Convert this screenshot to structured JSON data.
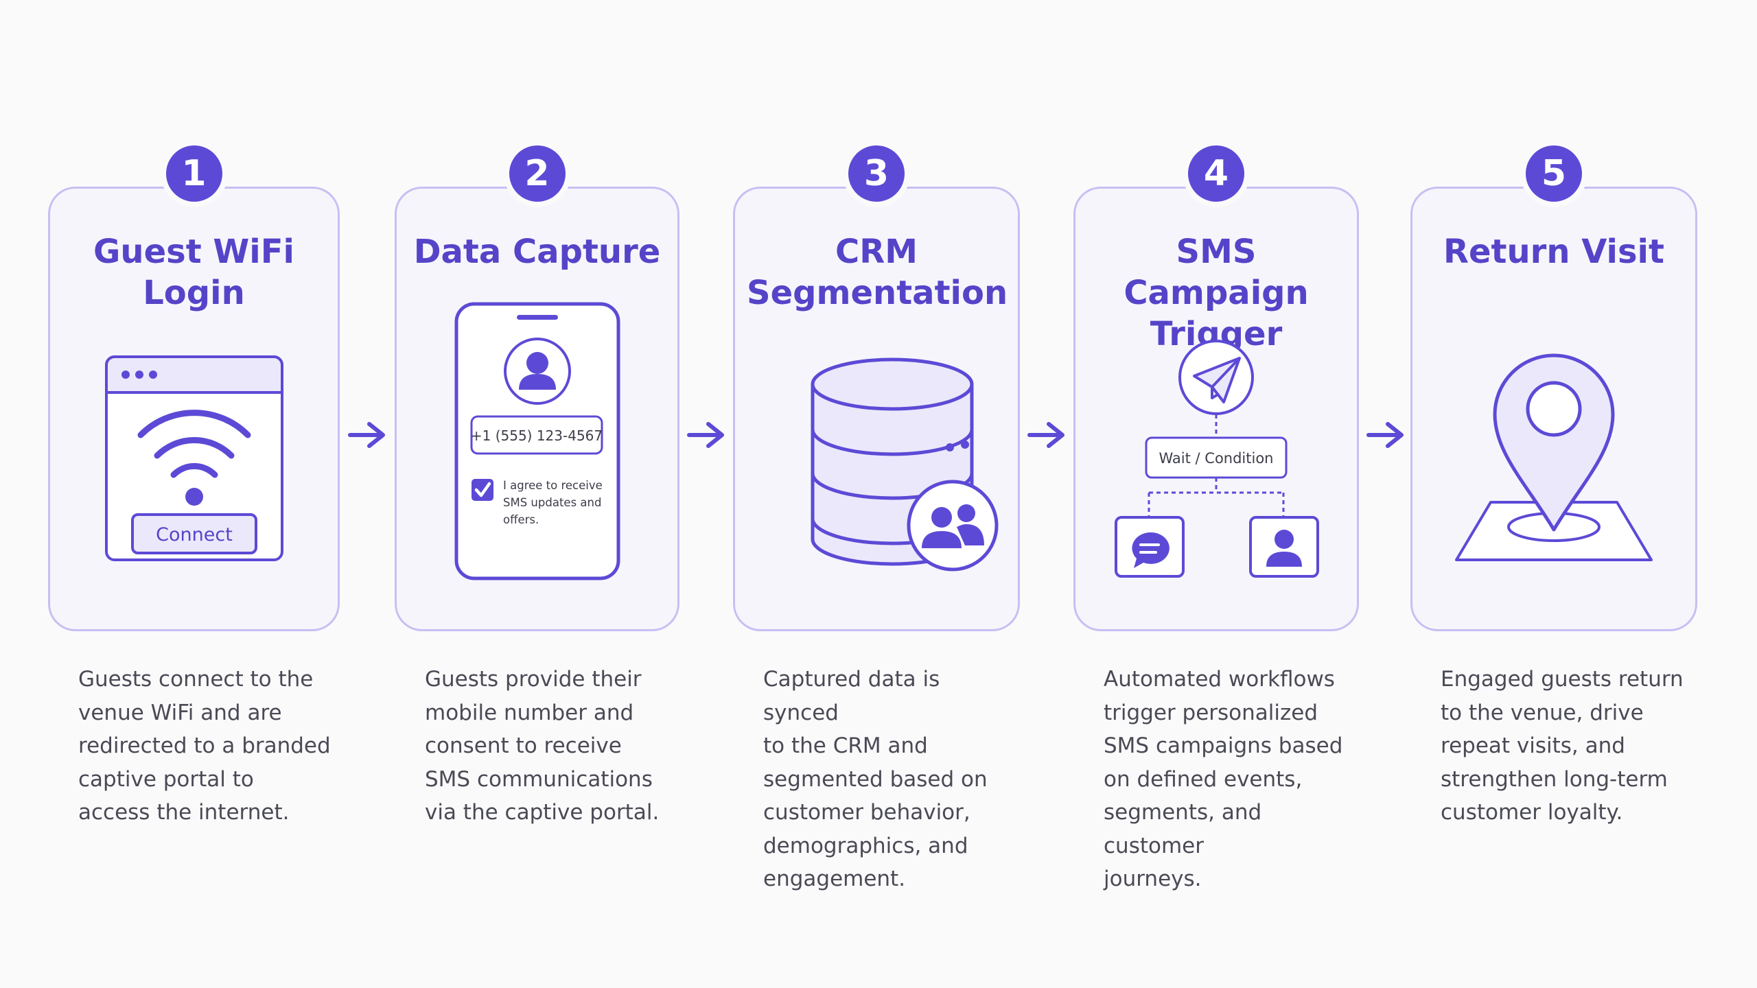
{
  "steps": [
    {
      "number": "1",
      "title_lines": [
        "Guest WiFi",
        "Login"
      ],
      "button_label": "Connect",
      "description_lines": [
        "Guests connect to the",
        "venue WiFi and are",
        "redirected to a branded",
        "captive portal to",
        "access the internet."
      ],
      "icon": "wifi-browser-icon"
    },
    {
      "number": "2",
      "title_lines": [
        "Data Capture"
      ],
      "phone_number": "+1 (555) 123-4567",
      "consent_lines": [
        "I agree to receive",
        "SMS updates and",
        "offers."
      ],
      "consent_checked": true,
      "description_lines": [
        "Guests provide their",
        "mobile number and",
        "consent to receive",
        "SMS communications",
        "via the captive portal."
      ],
      "icon": "phone-form-icon"
    },
    {
      "number": "3",
      "title_lines": [
        "CRM",
        "Segmentation"
      ],
      "description_lines": [
        "Captured data is synced",
        "to the CRM and",
        "segmented based on",
        "customer behavior,",
        "demographics, and",
        "engagement."
      ],
      "icon": "database-users-icon"
    },
    {
      "number": "4",
      "title_lines": [
        "SMS Campaign",
        "Trigger"
      ],
      "condition_label": "Wait / Condition",
      "description_lines": [
        "Automated workflows",
        "trigger personalized",
        "SMS campaigns based",
        "on defined events,",
        "segments, and customer",
        "journeys."
      ],
      "icon": "workflow-icon"
    },
    {
      "number": "5",
      "title_lines": [
        "Return Visit"
      ],
      "description_lines": [
        "Engaged guests return",
        "to the venue, drive",
        "repeat visits, and",
        "strengthen long-term",
        "customer loyalty."
      ],
      "icon": "location-pin-icon"
    }
  ],
  "colors": {
    "accent": "#5c4ad6",
    "title": "#5544c8",
    "card_border": "#c7bff3",
    "card_fill": "#f6f5fc",
    "illustration_fill": "#ebe8fb",
    "text": "#4a4a55"
  }
}
